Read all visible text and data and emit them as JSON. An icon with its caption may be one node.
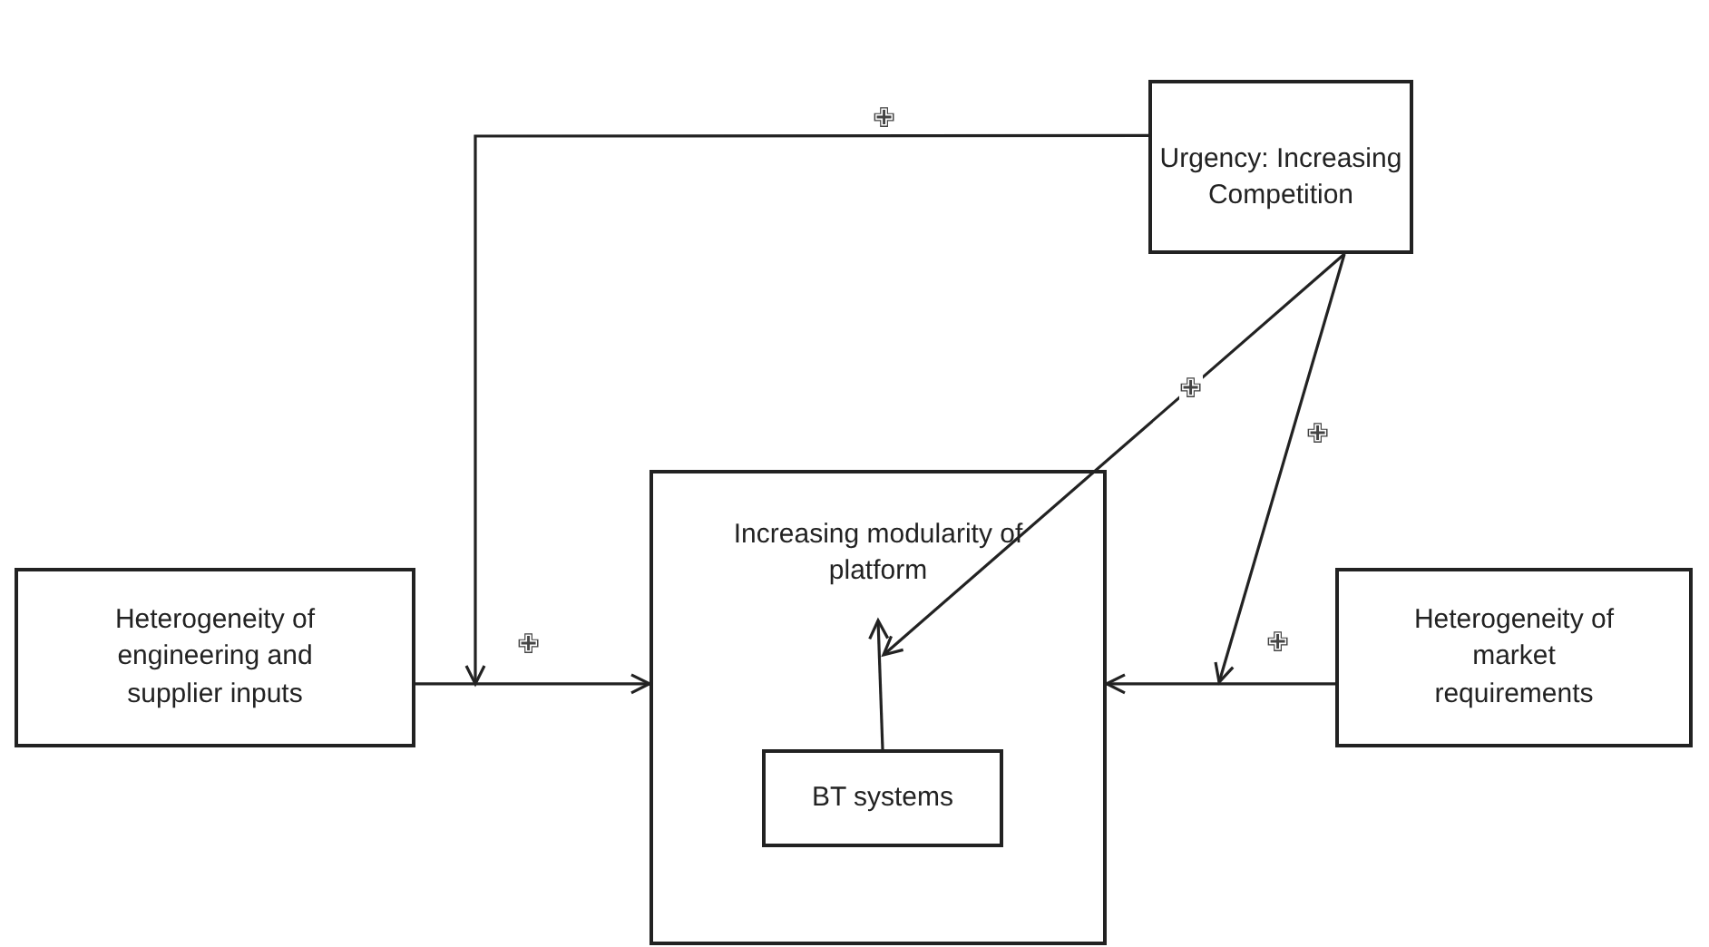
{
  "diagram": {
    "nodes": [
      {
        "text": [
          "Urgency: Increasing Competition"
        ]
      },
      {
        "text": [
          "Heterogeneity of engineering and supplier inputs"
        ]
      },
      {
        "text": [],
        "shape": "box"
      },
      {
        "text": [
          "Increasing modularity of platform"
        ],
        "in": 2
      },
      {
        "text": [
          "BT systems"
        ],
        "in": 2
      },
      {
        "text": [
          "Heterogeneity of market requirements"
        ]
      }
    ],
    "edges": [
      {
        "from": 0,
        "to": null,
        "arrow": "to",
        "label": "✙"
      },
      {
        "from": 1,
        "to": 2,
        "arrow": "to",
        "label": "✙"
      },
      {
        "from": 0,
        "to": null,
        "arrow": "to",
        "label": "✙"
      },
      {
        "from": 0,
        "to": null,
        "arrow": "to",
        "label": "✙"
      },
      {
        "from": 5,
        "to": 2,
        "arrow": "to",
        "label": "✙"
      },
      {
        "from": 4,
        "to": 3,
        "arrow": "to"
      }
    ]
  }
}
